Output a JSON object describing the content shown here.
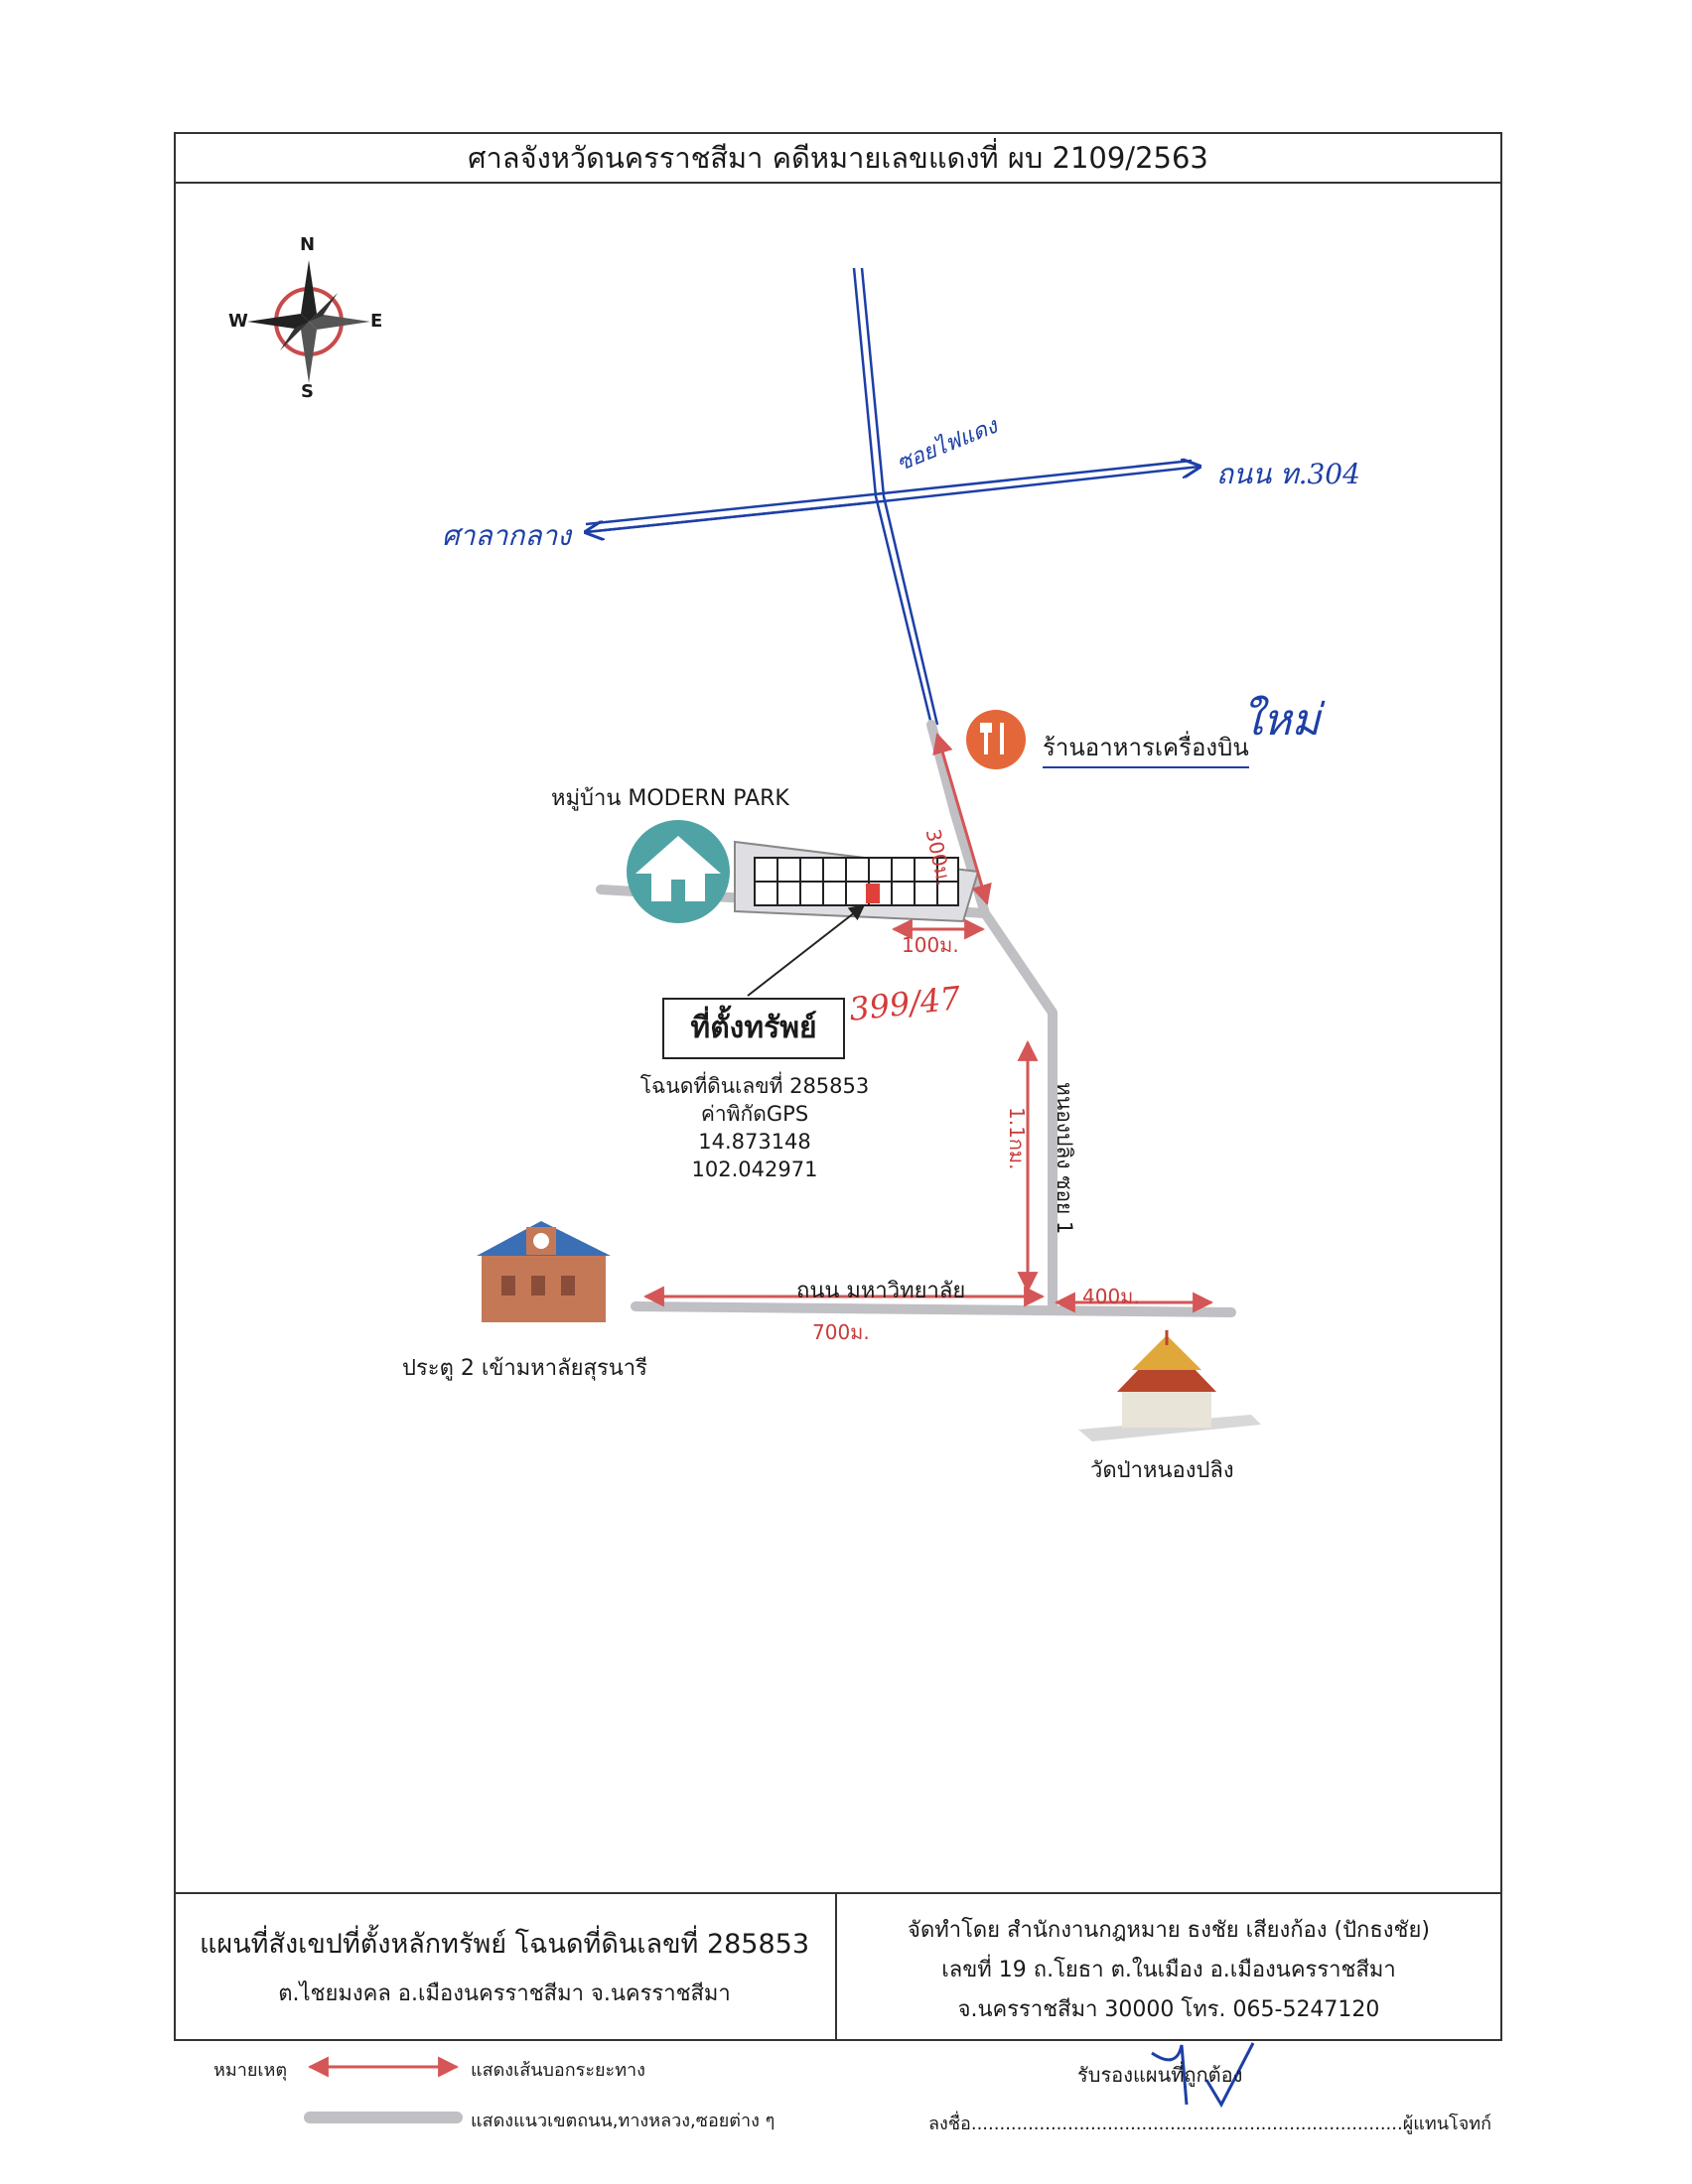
{
  "header": {
    "title": "ศาลจังหวัดนครราชสีมา คดีหมายเลขแดงที่ ผบ 2109/2563"
  },
  "compass": {
    "n": "N",
    "s": "S",
    "e": "E",
    "w": "W"
  },
  "handwritten": {
    "road_top": "ซอยไฟแดง",
    "to_right": "ถนน ท.304",
    "to_left": "ศาลากลาง",
    "restaurant_suffix": "ใหม่",
    "house_no": "399/47"
  },
  "places": {
    "village": "หมู่บ้าน MODERN PARK",
    "restaurant": "ร้านอาหารเครื่องบิน",
    "school_gate": "ประตู 2 เข้ามหาลัยสุรนารี",
    "temple": "วัดป่าหนองปลิง",
    "road_main": "ถนน มหาวิทยาลัย",
    "soi": "หนองปลิง ซอย 1"
  },
  "distances": {
    "d300": "300ม.",
    "d100": "100ม.",
    "d1100": "1.1กม.",
    "d400": "400ม.",
    "d700": "700ม."
  },
  "property": {
    "label": "ที่ตั้งทรัพย์",
    "deed": "โฉนดที่ดินเลขที่ 285853",
    "gps_label": "ค่าพิกัดGPS",
    "lat": "14.873148",
    "lon": "102.042971"
  },
  "footer": {
    "left_title": "แผนที่สังเขปที่ตั้งหลักทรัพย์ โฉนดที่ดินเลขที่ 285853",
    "left_sub": "ต.ไชยมงคล อ.เมืองนครราชสีมา จ.นครราชสีมา",
    "right_1": "จัดทำโดย สำนักงานกฎหมาย ธงชัย เสียงก้อง (ปักธงชัย)",
    "right_2": "เลขที่ 19 ถ.โยธา ต.ในเมือง อ.เมืองนครราชสีมา",
    "right_3": "จ.นครราชสีมา 30000 โทร. 065-5247120"
  },
  "legend": {
    "title": "หมายเหตุ",
    "arrow_desc": "แสดงเส้นบอกระยะทาง",
    "road_desc": "แสดงแนวเขตถนน,ทางหลวง,ซอยต่าง ๆ"
  },
  "signature": {
    "certify": "รับรองแผนที่ถูกต้อง",
    "sign_label": "ลงชื่อ",
    "dots": "............................................................................",
    "role": "ผู้แทนโจทก์"
  },
  "colors": {
    "road": "#bfbfc4",
    "distance": "#d45656",
    "house_teal": "#4fa3a5",
    "restaurant": "#e4673a",
    "pen": "#1d3fa6"
  }
}
